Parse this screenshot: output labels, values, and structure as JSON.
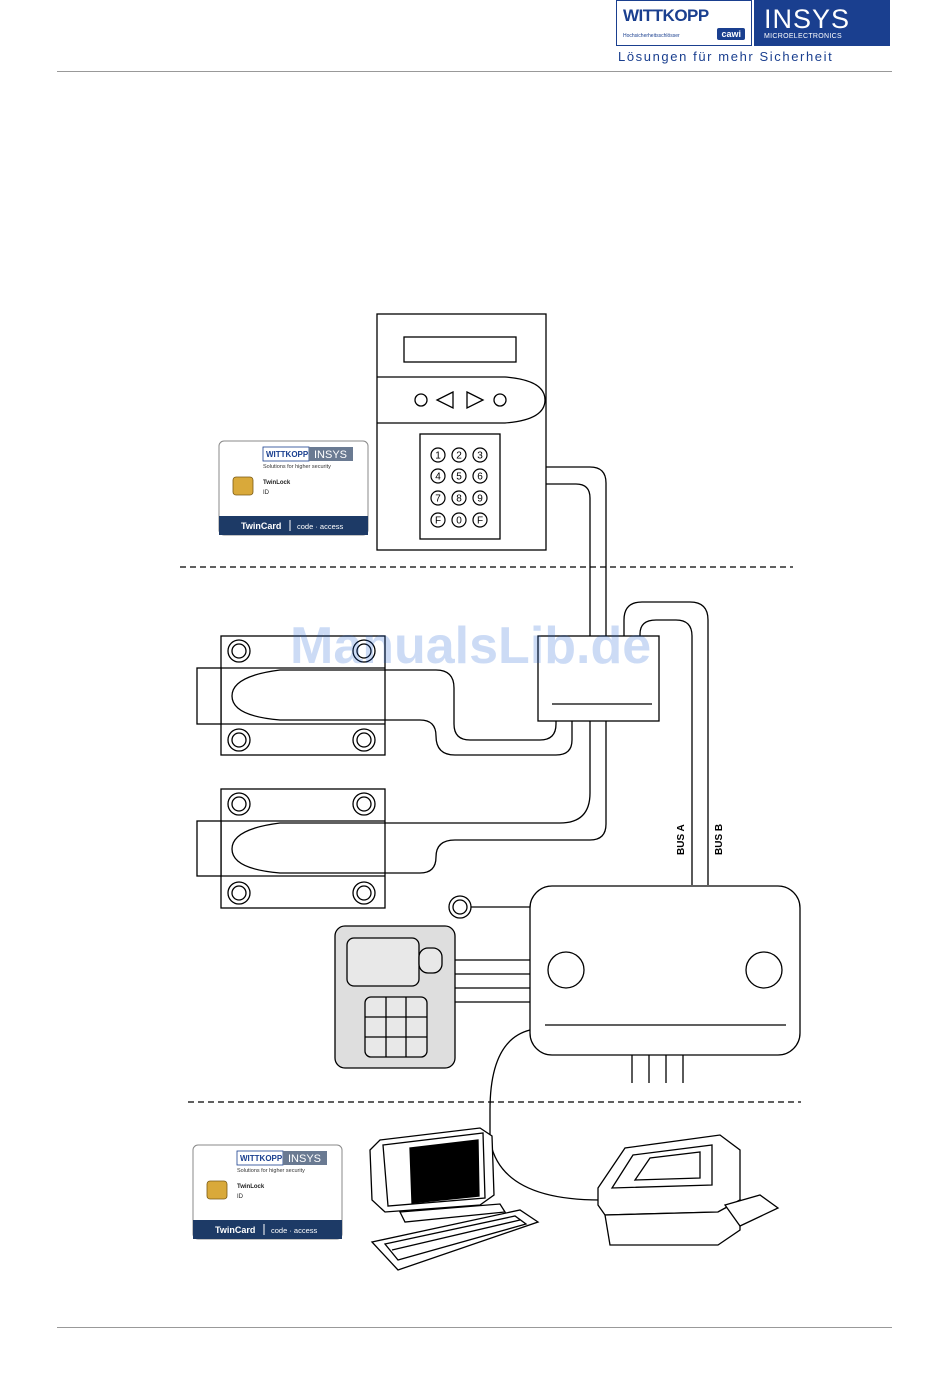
{
  "header": {
    "logo_left": "WITTKOPP",
    "logo_left_sub": "Hochsicherheitsschlösser",
    "logo_left_badge": "cawi",
    "logo_right": "INSYS",
    "logo_right_sub": "MICROELECTRONICS",
    "tagline": "Lösungen für mehr Sicherheit"
  },
  "cards": [
    {
      "brand_left": "WITTKOPP",
      "brand_right": "INSYS",
      "slogan": "Solutions for higher security",
      "name": "TwinLock",
      "id_label": "ID",
      "footer_left": "TwinCard",
      "footer_right": "code · access"
    },
    {
      "brand_left": "WITTKOPP",
      "brand_right": "INSYS",
      "slogan": "Solutions for higher security",
      "name": "TwinLock",
      "id_label": "ID",
      "footer_left": "TwinCard",
      "footer_right": "code · access"
    }
  ],
  "keypad": {
    "keys": [
      "1",
      "2",
      "3",
      "4",
      "5",
      "6",
      "7",
      "8",
      "9",
      "F",
      "0",
      "F"
    ]
  },
  "bus_labels": {
    "a": "BUS A",
    "b": "BUS B"
  },
  "watermark": "ManualsLib.de"
}
